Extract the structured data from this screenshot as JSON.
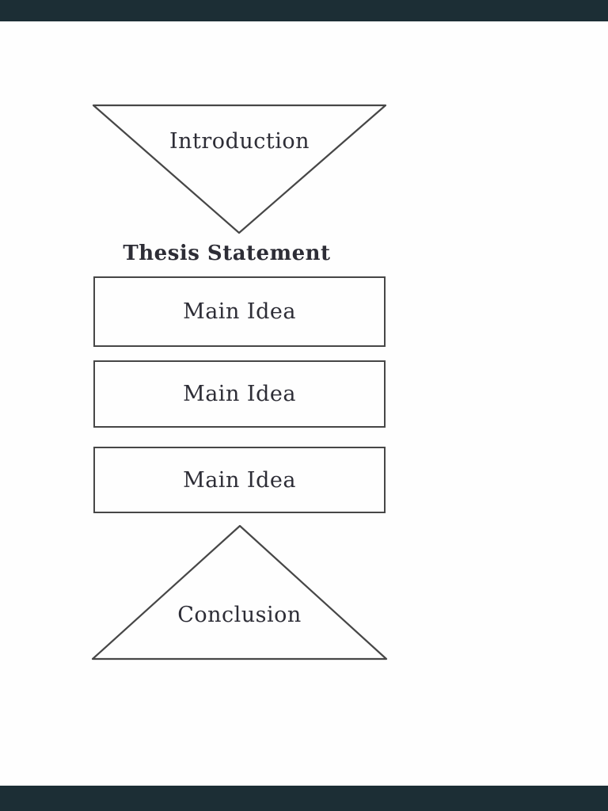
{
  "viewer": {
    "top_bar_color": "#1c2e35",
    "bottom_bar_color": "#1c2e35",
    "page_background": "#fefefe"
  },
  "diagram": {
    "type": "essay-structure-organizer",
    "line_color": "#474747",
    "text_color": "#2d2d36",
    "nodes": [
      {
        "shape": "inverted-triangle",
        "label": "Introduction"
      },
      {
        "shape": "text",
        "label": "Thesis Statement"
      },
      {
        "shape": "rectangle",
        "label": "Main Idea"
      },
      {
        "shape": "rectangle",
        "label": "Main Idea"
      },
      {
        "shape": "rectangle",
        "label": "Main Idea"
      },
      {
        "shape": "triangle",
        "label": "Conclusion"
      }
    ]
  }
}
